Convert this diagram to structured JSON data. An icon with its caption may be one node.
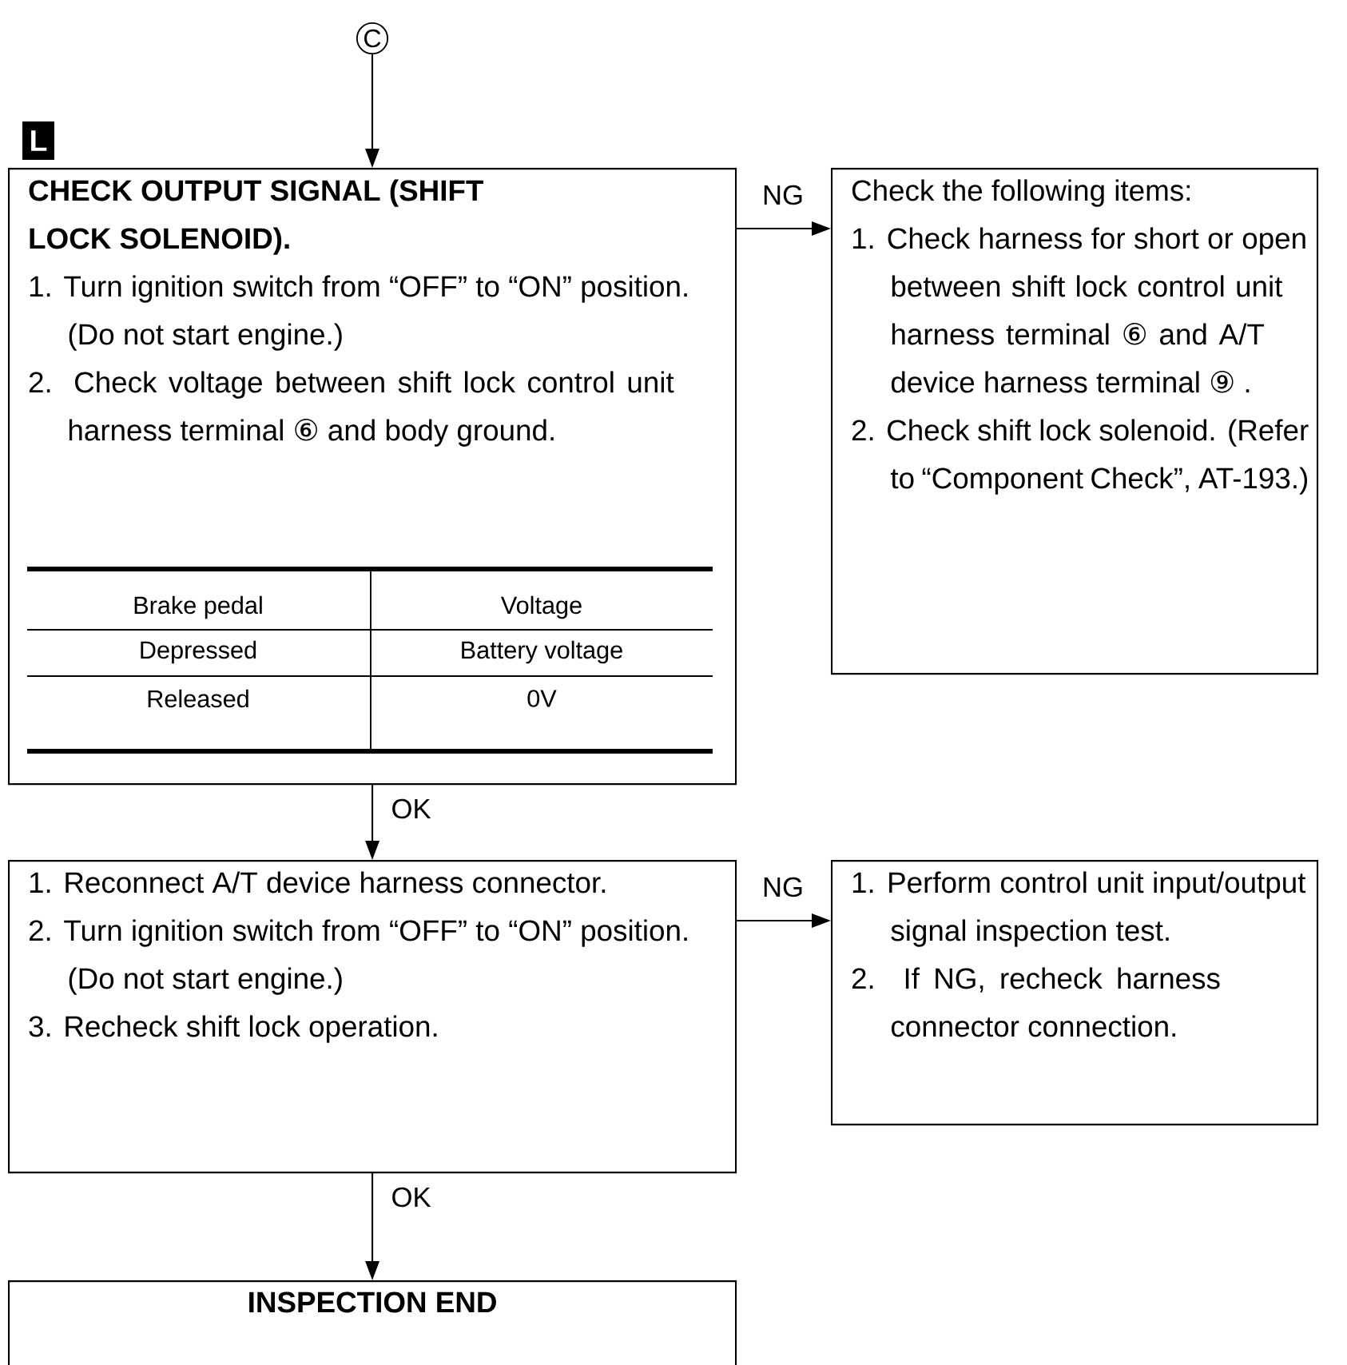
{
  "diagram": {
    "nodes": [
      {
        "text": [
          "C"
        ]
      },
      {
        "text": [
          "CHECK OUTPUT SIGNAL (SHIFT LOCK SOLENOID).",
          "1. Turn ignition switch from “OFF” to “ON” position.",
          "(Do not start engine.)",
          "2. Check voltage between shift lock control unit harness terminal ⑥ and body ground."
        ],
        "beside": [
          "L"
        ]
      },
      {
        "text": [
          "Check the following items:",
          "1. Check harness for short or open between shift lock control unit harness terminal ⑥ and A/T device harness terminal ⑨ .",
          "2. Check shift lock solenoid. (Refer to “Component Check”, AT-193.)"
        ]
      },
      {
        "text": [
          "1. Reconnect A/T device harness connector.",
          "2. Turn ignition switch from “OFF” to “ON” position.",
          "(Do not start engine.)",
          "3. Recheck shift lock operation."
        ]
      },
      {
        "text": [
          "1. Perform control unit input/output signal inspection test.",
          "2. If NG, recheck harness connector connection."
        ]
      },
      {
        "text": [
          "INSPECTION END"
        ]
      }
    ],
    "edges": [
      {
        "from": 0,
        "to": 1,
        "arrow": "to"
      },
      {
        "from": 1,
        "to": 2,
        "arrow": "to",
        "label": "NG"
      },
      {
        "from": 1,
        "to": 3,
        "arrow": "to",
        "label": "OK"
      },
      {
        "from": 3,
        "to": 4,
        "arrow": "to",
        "label": "NG"
      },
      {
        "from": 3,
        "to": 5,
        "arrow": "to",
        "label": "OK"
      }
    ],
    "labels": [
      "Brake pedal",
      "Voltage",
      "Depressed",
      "Battery voltage",
      "Released",
      "0V"
    ]
  }
}
